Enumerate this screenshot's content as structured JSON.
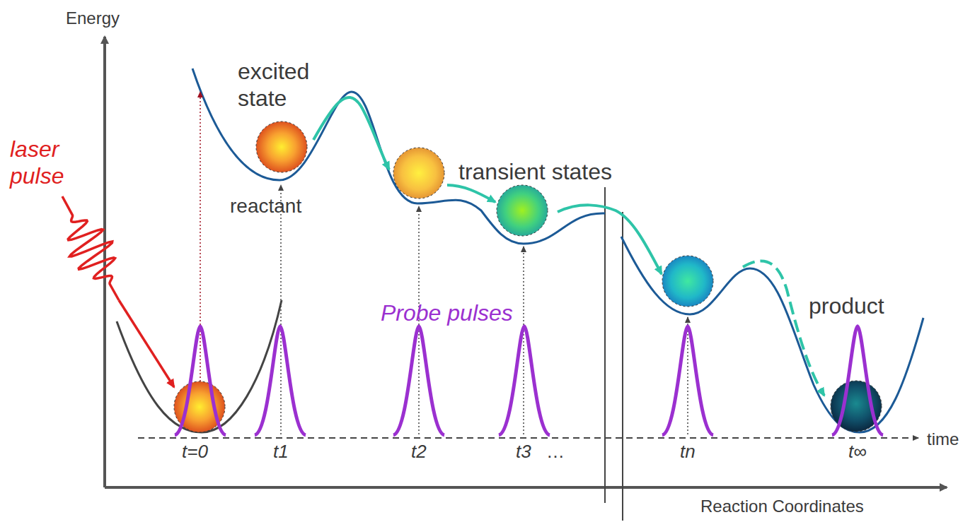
{
  "diagram": {
    "labels": [
      "Energy",
      "excited state",
      "reactant",
      "transient states",
      "laser pulse",
      "Probe pulses",
      "product",
      "t=0",
      "t1",
      "t2",
      "t3",
      "…",
      "tn",
      "t∞",
      "time",
      "Reaction Coordinates"
    ]
  }
}
